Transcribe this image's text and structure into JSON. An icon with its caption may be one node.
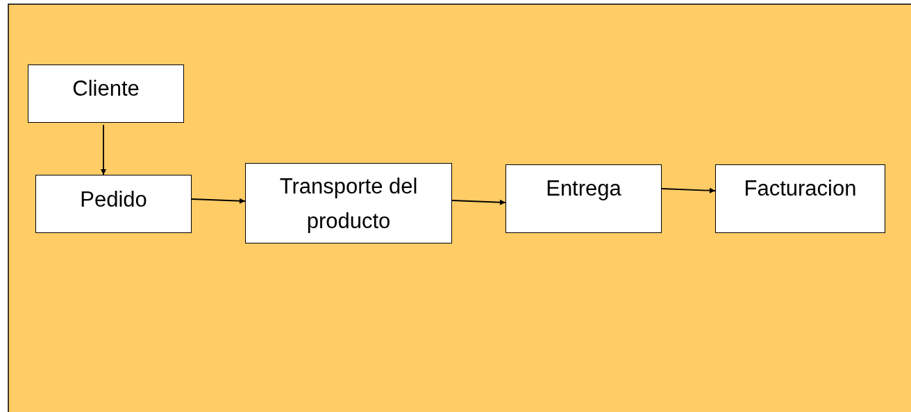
{
  "diagram": {
    "nodes": [
      {
        "text": [
          "Cliente"
        ]
      },
      {
        "text": [
          "Pedido"
        ]
      },
      {
        "text": [
          "Transporte del producto"
        ]
      },
      {
        "text": [
          "Entrega"
        ]
      },
      {
        "text": [
          "Facturacion"
        ]
      }
    ],
    "edges": [
      {
        "from": 0,
        "to": 1,
        "arrow": "to"
      },
      {
        "from": 1,
        "to": 2,
        "arrow": "to"
      },
      {
        "from": 2,
        "to": 3,
        "arrow": "to"
      },
      {
        "from": 3,
        "to": 4,
        "arrow": "to"
      }
    ]
  }
}
